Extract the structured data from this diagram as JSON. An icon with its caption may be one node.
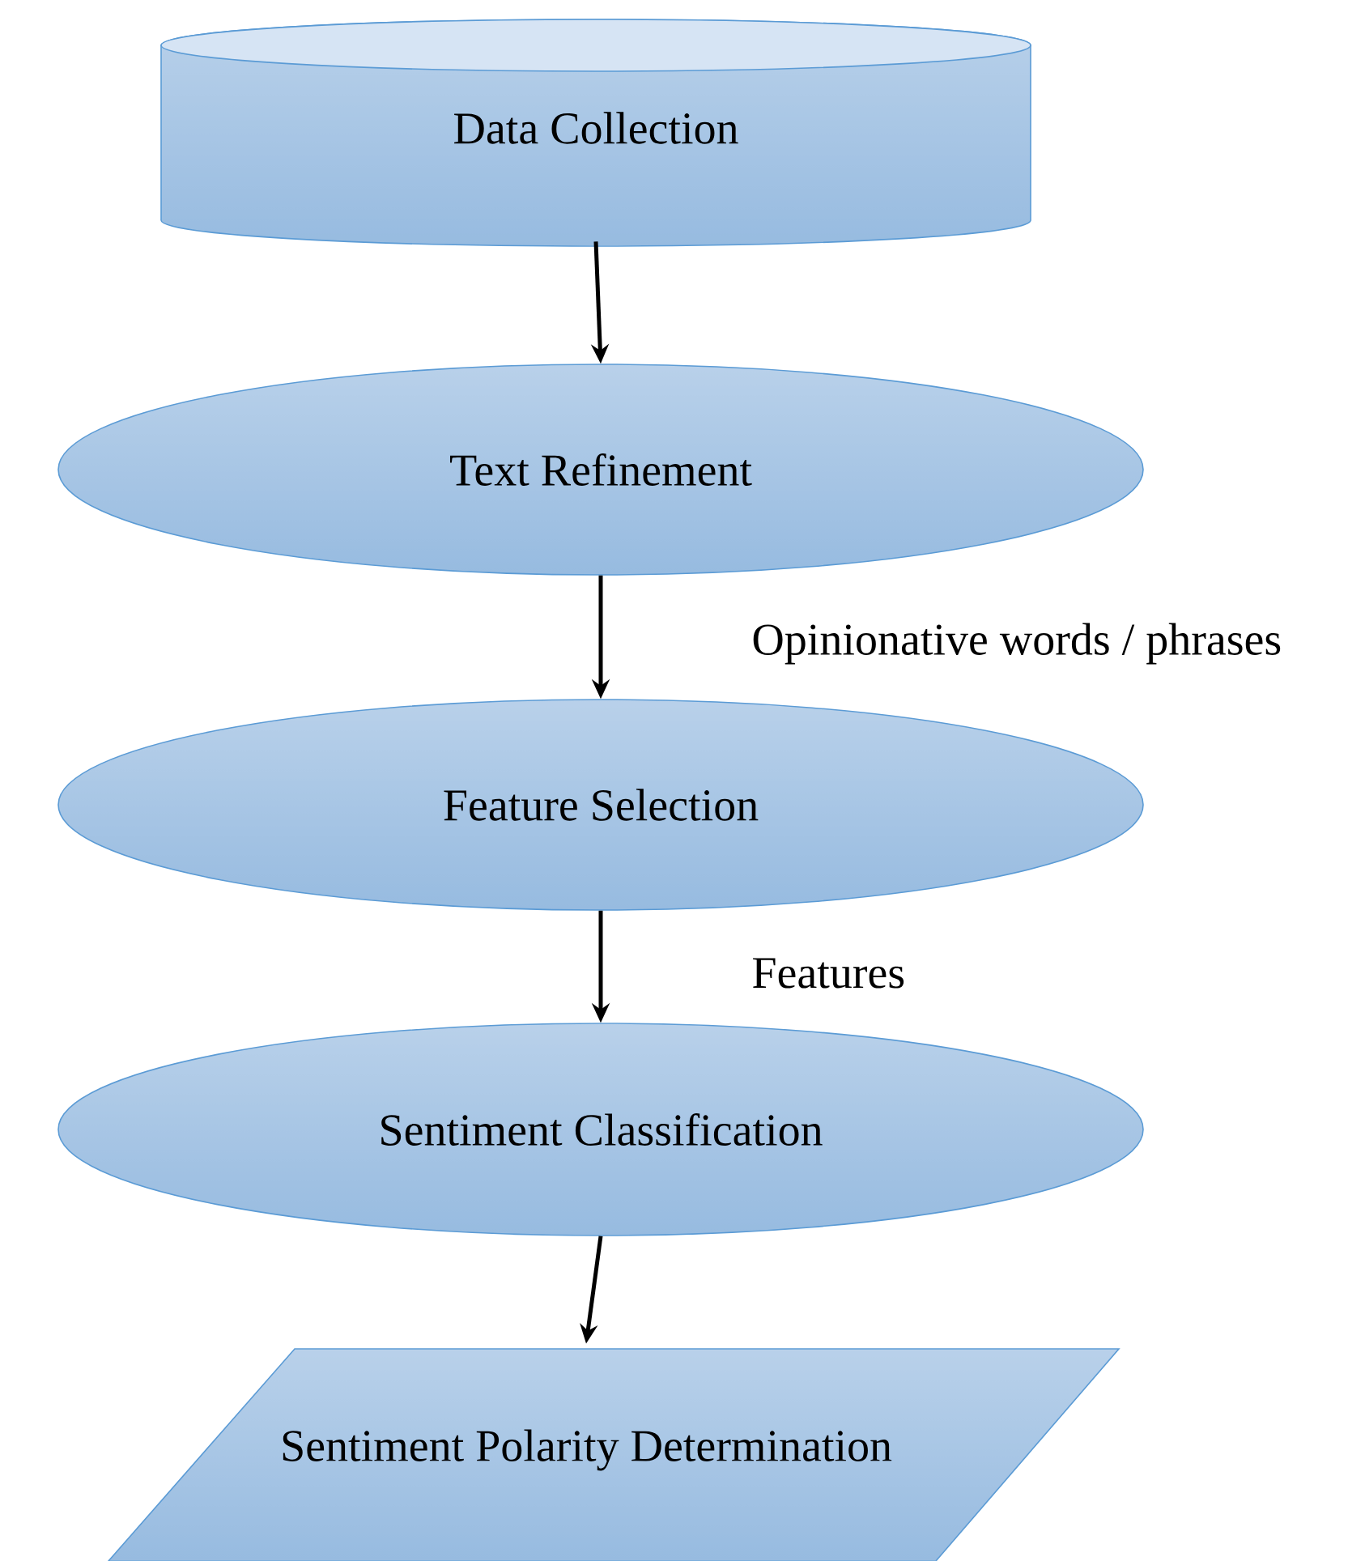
{
  "diagram": {
    "nodes": [
      {
        "text": [
          "Data Collection"
        ]
      },
      {
        "text": [
          "Text Refinement"
        ]
      },
      {
        "text": [
          "Feature Selection"
        ]
      },
      {
        "text": [
          "Sentiment Classification"
        ]
      },
      {
        "text": [
          "Sentiment Polarity Determination"
        ]
      }
    ],
    "edges": [
      {
        "from": 0,
        "to": 1,
        "arrow": "to"
      },
      {
        "from": 1,
        "to": 2,
        "arrow": "to",
        "label": "Opinionative words / phrases"
      },
      {
        "from": 2,
        "to": 3,
        "arrow": "to",
        "label": "Features"
      },
      {
        "from": 3,
        "to": 4,
        "arrow": "to"
      }
    ]
  }
}
